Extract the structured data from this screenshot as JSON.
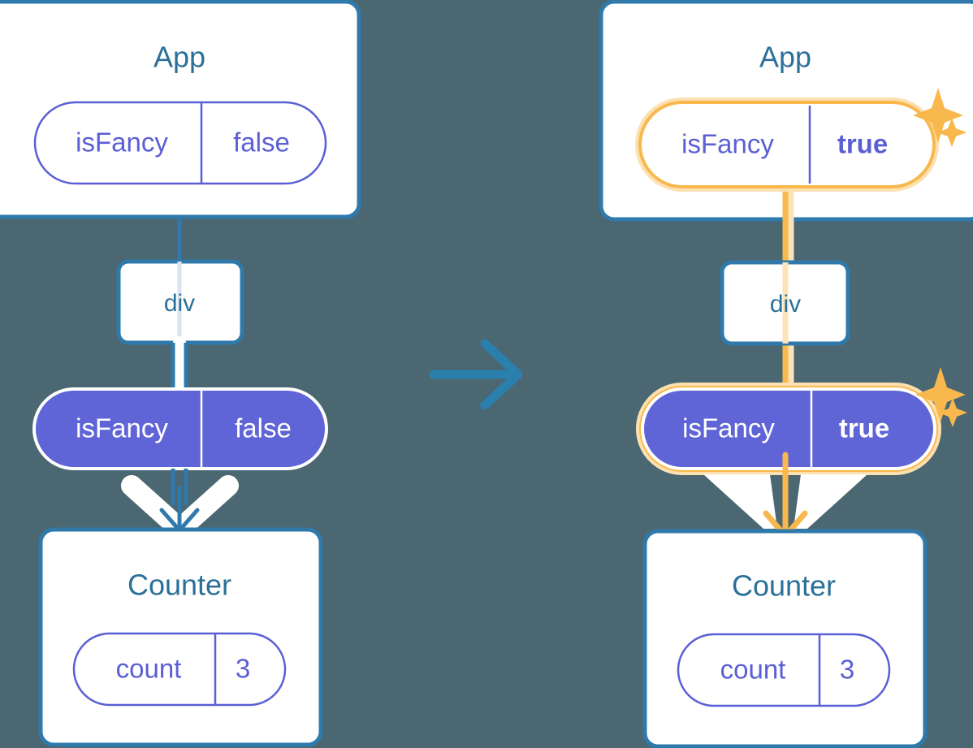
{
  "meta": {
    "background_color": "#4b6771",
    "accent_blue": "#2f7aab",
    "accent_purple": "#5f64d6",
    "accent_orange": "#f8b84e",
    "accent_orange_pale": "#fce0b0",
    "white": "#ffffff"
  },
  "panels": {
    "left": {
      "app": {
        "title": "App",
        "state_pill": {
          "key": "isFancy",
          "value": "false",
          "style": "outline",
          "highlighted": false
        }
      },
      "div_node": {
        "label": "div"
      },
      "prop_pill": {
        "key": "isFancy",
        "value": "false",
        "style": "solid",
        "highlighted": false
      },
      "counter": {
        "title": "Counter",
        "state_pill": {
          "key": "count",
          "value": "3",
          "style": "outline",
          "highlighted": false
        }
      }
    },
    "right": {
      "app": {
        "title": "App",
        "state_pill": {
          "key": "isFancy",
          "value": "true",
          "style": "outline",
          "highlighted": true,
          "value_bold": true
        }
      },
      "div_node": {
        "label": "div"
      },
      "prop_pill": {
        "key": "isFancy",
        "value": "true",
        "style": "solid",
        "highlighted": true,
        "value_bold": true
      },
      "counter": {
        "title": "Counter",
        "state_pill": {
          "key": "count",
          "value": "3",
          "style": "outline",
          "highlighted": false
        }
      }
    }
  },
  "transition": {
    "icon": "arrow-right-icon",
    "direction": "right",
    "color": "#2b7fad"
  },
  "sparkles": [
    {
      "id": "sparkle-app-pill",
      "panel": "right",
      "attached_to": "app-state-pill"
    },
    {
      "id": "sparkle-prop-pill",
      "panel": "right",
      "attached_to": "prop-pill"
    }
  ]
}
